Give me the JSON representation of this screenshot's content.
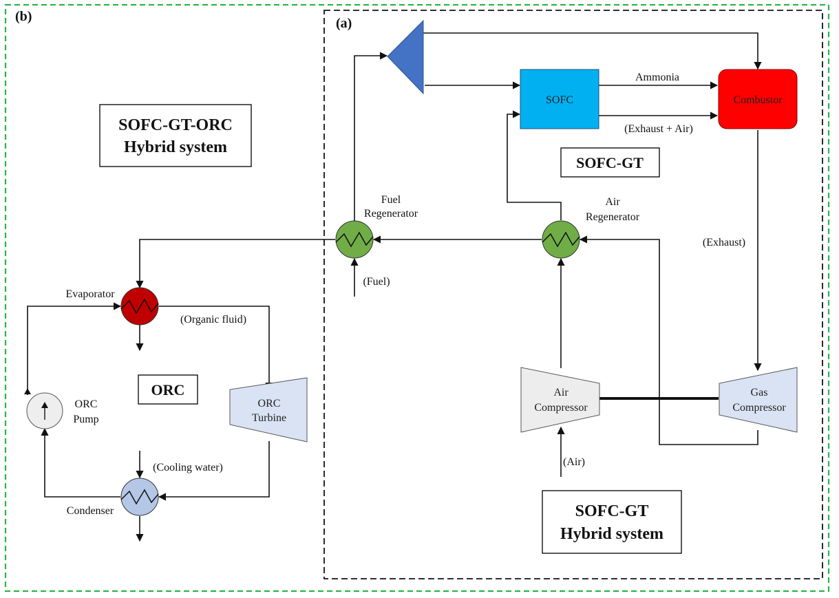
{
  "panel_labels": {
    "outer": "(b)",
    "inner": "(a)"
  },
  "titles": {
    "sofc_gt_orc_line1": "SOFC-GT-ORC",
    "sofc_gt_orc_line2": "Hybrid system",
    "sofc_gt": "SOFC-GT",
    "orc": "ORC",
    "sofc_gt_hybrid_line1": "SOFC-GT",
    "sofc_gt_hybrid_line2": "Hybrid system"
  },
  "components": {
    "sofc": "SOFC",
    "combustor": "Combustor",
    "air_compressor_line1": "Air",
    "air_compressor_line2": "Compressor",
    "gas_compressor_line1": "Gas",
    "gas_compressor_line2": "Compressor",
    "orc_turbine_line1": "ORC",
    "orc_turbine_line2": "Turbine",
    "orc_pump_line1": "ORC",
    "orc_pump_line2": "Pump",
    "fuel_regen_line1": "Fuel",
    "fuel_regen_line2": "Regenerator",
    "air_regen_line1": "Air",
    "air_regen_line2": "Regenerator",
    "evaporator": "Evaporator",
    "condenser": "Condenser"
  },
  "streams": {
    "ammonia": "Ammonia",
    "exhaust_air": "(Exhaust + Air)",
    "exhaust": "(Exhaust)",
    "fuel": "(Fuel)",
    "air": "(Air)",
    "organic_fluid": "(Organic fluid)",
    "cooling_water": "(Cooling water)"
  },
  "colors": {
    "outer_border": "#2db34a",
    "splitter": "#4472c4",
    "sofc": "#00b0f0",
    "combustor": "#ff0000",
    "regenerator": "#70ad47",
    "evaporator": "#c00000",
    "condenser": "#b4c7e7",
    "turbine_compressor": "#dae3f3",
    "air_compressor": "#ededed",
    "pump": "#eeeeee"
  }
}
